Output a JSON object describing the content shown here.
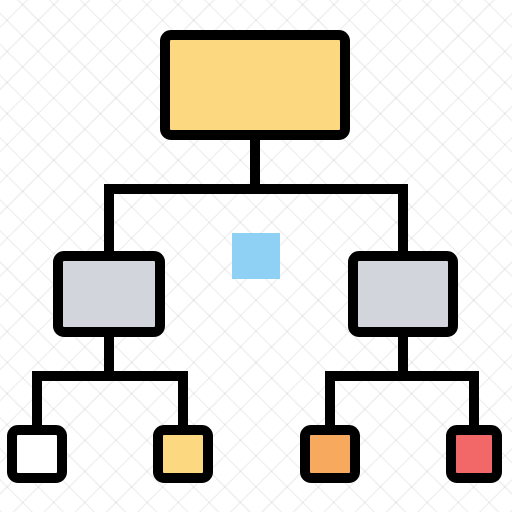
{
  "diagram": {
    "type": "hierarchy-tree-icon",
    "background": "checkerboard-transparency",
    "stroke_color": "#000000",
    "accent_square_color": "#8ed1f5",
    "nodes": [
      {
        "id": "root",
        "level": 0,
        "parent": null,
        "fill": "#fcd980"
      },
      {
        "id": "mid-left",
        "level": 1,
        "parent": "root",
        "fill": "#d2d5dc"
      },
      {
        "id": "mid-right",
        "level": 1,
        "parent": "root",
        "fill": "#d2d5dc"
      },
      {
        "id": "leaf-1",
        "level": 2,
        "parent": "mid-left",
        "fill": "#ffffff"
      },
      {
        "id": "leaf-2",
        "level": 2,
        "parent": "mid-left",
        "fill": "#fcd980"
      },
      {
        "id": "leaf-3",
        "level": 2,
        "parent": "mid-right",
        "fill": "#f7a95d"
      },
      {
        "id": "leaf-4",
        "level": 2,
        "parent": "mid-right",
        "fill": "#f26868"
      }
    ]
  }
}
